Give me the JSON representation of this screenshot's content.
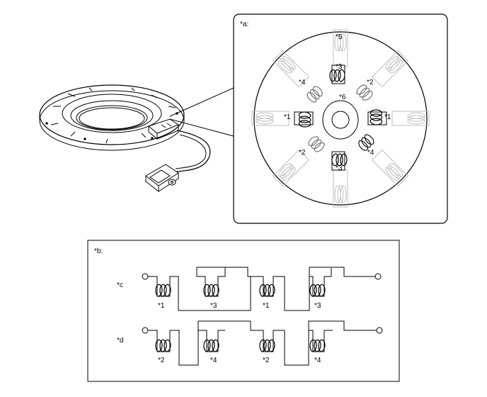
{
  "detail_panel": {
    "label": "*a:",
    "coil_labels": {
      "top_outer": "*5",
      "top_inner": "*3",
      "upper_left": "*4",
      "upper_right": "*2",
      "left": "*1",
      "right": "*1",
      "center": "*6",
      "lower_left": "*2",
      "lower_right": "*4",
      "bottom": "*3"
    }
  },
  "wiring_panel": {
    "label": "*b:",
    "row_c": {
      "label": "*c",
      "coils": [
        "*1",
        "*3",
        "*1",
        "*3"
      ]
    },
    "row_d": {
      "label": "*d",
      "coils": [
        "*2",
        "*4",
        "*2",
        "*4"
      ]
    }
  }
}
